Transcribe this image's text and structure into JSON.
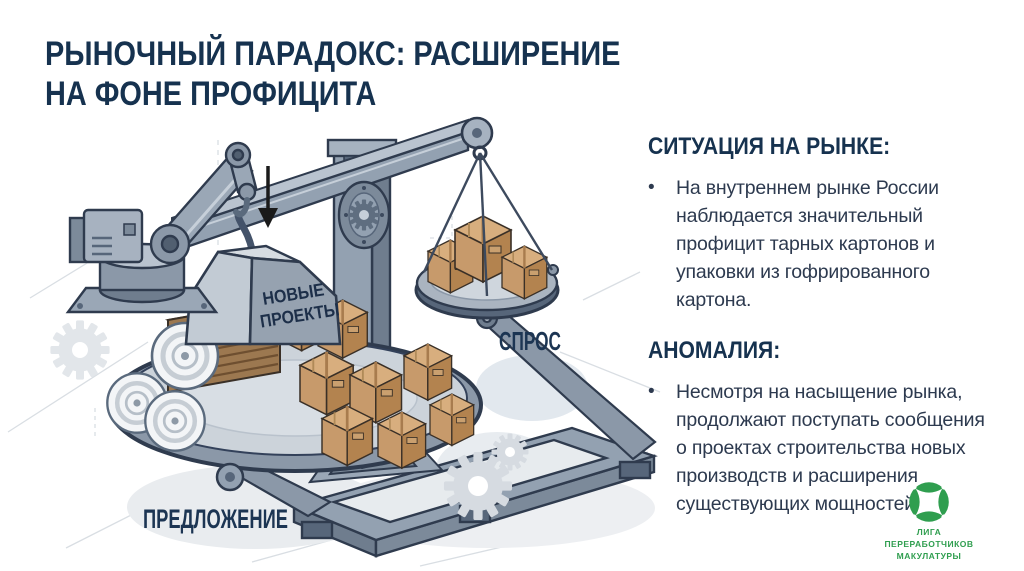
{
  "slide": {
    "title": "РЫНОЧНЫЙ ПАРАДОКС: РАСШИРЕНИЕ\nНА ФОНЕ ПРОФИЦИТА"
  },
  "illustration": {
    "weight_label_line1": "НОВЫЕ",
    "weight_label_line2": "ПРОЕКТЫ",
    "demand_label": "СПРОС",
    "supply_label": "ПРЕДЛОЖЕНИЕ"
  },
  "sections": [
    {
      "heading": "СИТУАЦИЯ НА РЫНКЕ:",
      "bullet_char": "•",
      "text": "На внутреннем рынке России\nнаблюдается значительный\nпрофицит тарных картонов и\nупаковки из гофрированного\nкартона."
    },
    {
      "heading": "АНОМАЛИЯ:",
      "bullet_char": "•",
      "text": "Несмотря на насыщение рынка,\nпродолжают поступать сообщения\nо проектах строительства новых\nпроизводств и расширения\nсуществующих мощностей."
    }
  ],
  "logo": {
    "name": "ЛИГА\nПЕРЕРАБОТЧИКОВ\nМАКУЛАТУРЫ"
  },
  "colors": {
    "title_navy": "#16324f",
    "body_text": "#2d3a4f",
    "label_navy": "#1c3553",
    "logo_green": "#2f9e4f",
    "steel_gray": "#93a1b1",
    "cardboard": "#c79a6b"
  }
}
